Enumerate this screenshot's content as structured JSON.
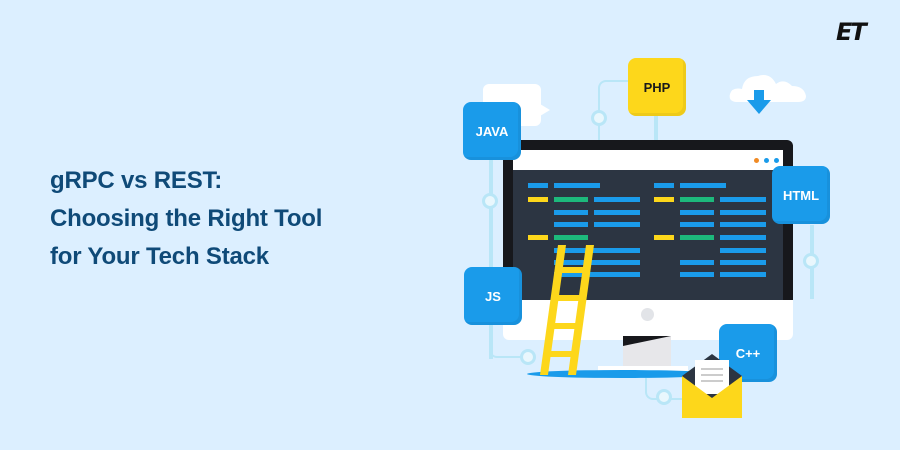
{
  "headline": {
    "line1": "gRPC vs REST:",
    "line2": "Choosing the Right Tool",
    "line3": "for Your Tech Stack"
  },
  "brand": {
    "logo": "ET"
  },
  "illustration": {
    "badges": {
      "php": "PHP",
      "java": "JAVA",
      "html": "HTML",
      "js": "JS",
      "cpp": "C++"
    },
    "icons": [
      "cloud-download-icon",
      "chat-bubble-icon",
      "ladder-icon",
      "envelope-icon",
      "monitor-icon"
    ]
  },
  "colors": {
    "background": "#dcefff",
    "headline": "#0f4a78",
    "badge_blue": "#1a9bea",
    "badge_yellow": "#fdd71b",
    "code_green": "#1db97c",
    "screen": "#2c3542"
  }
}
